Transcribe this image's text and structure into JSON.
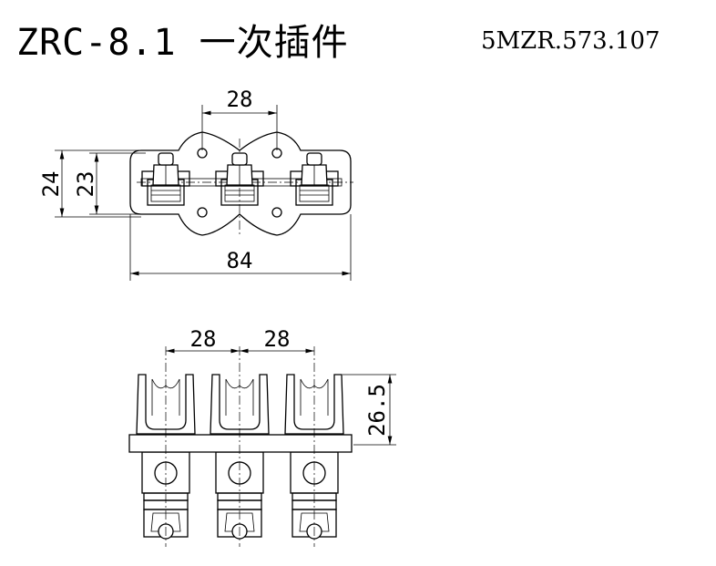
{
  "title": {
    "model": "ZRC-8.1 一次插件",
    "drawing_number": "5MZR.573.107"
  },
  "top_view": {
    "dim_pitch": "28",
    "dim_length": "84",
    "dim_height_outer": "24",
    "dim_height_inner": "23"
  },
  "front_view": {
    "dim_pitch_1": "28",
    "dim_pitch_2": "28",
    "dim_height": "26.5"
  }
}
